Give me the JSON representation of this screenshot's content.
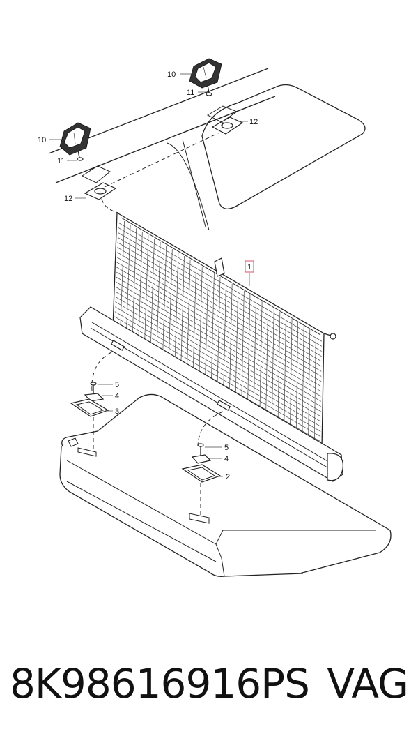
{
  "diagram": {
    "callouts": [
      {
        "id": "c10a",
        "label": "10"
      },
      {
        "id": "c11a",
        "label": "11"
      },
      {
        "id": "c12a",
        "label": "12"
      },
      {
        "id": "c10b",
        "label": "10"
      },
      {
        "id": "c11b",
        "label": "11"
      },
      {
        "id": "c12b",
        "label": "12"
      },
      {
        "id": "c1",
        "label": "1"
      },
      {
        "id": "c5a",
        "label": "5"
      },
      {
        "id": "c4a",
        "label": "4"
      },
      {
        "id": "c3",
        "label": "3"
      },
      {
        "id": "c5b",
        "label": "5"
      },
      {
        "id": "c4b",
        "label": "4"
      },
      {
        "id": "c2",
        "label": "2"
      }
    ]
  },
  "caption": {
    "part_number": "8K98616916PS",
    "brand": "VAG"
  },
  "colors": {
    "line": "#222222",
    "callout_box": "#d9536b"
  }
}
